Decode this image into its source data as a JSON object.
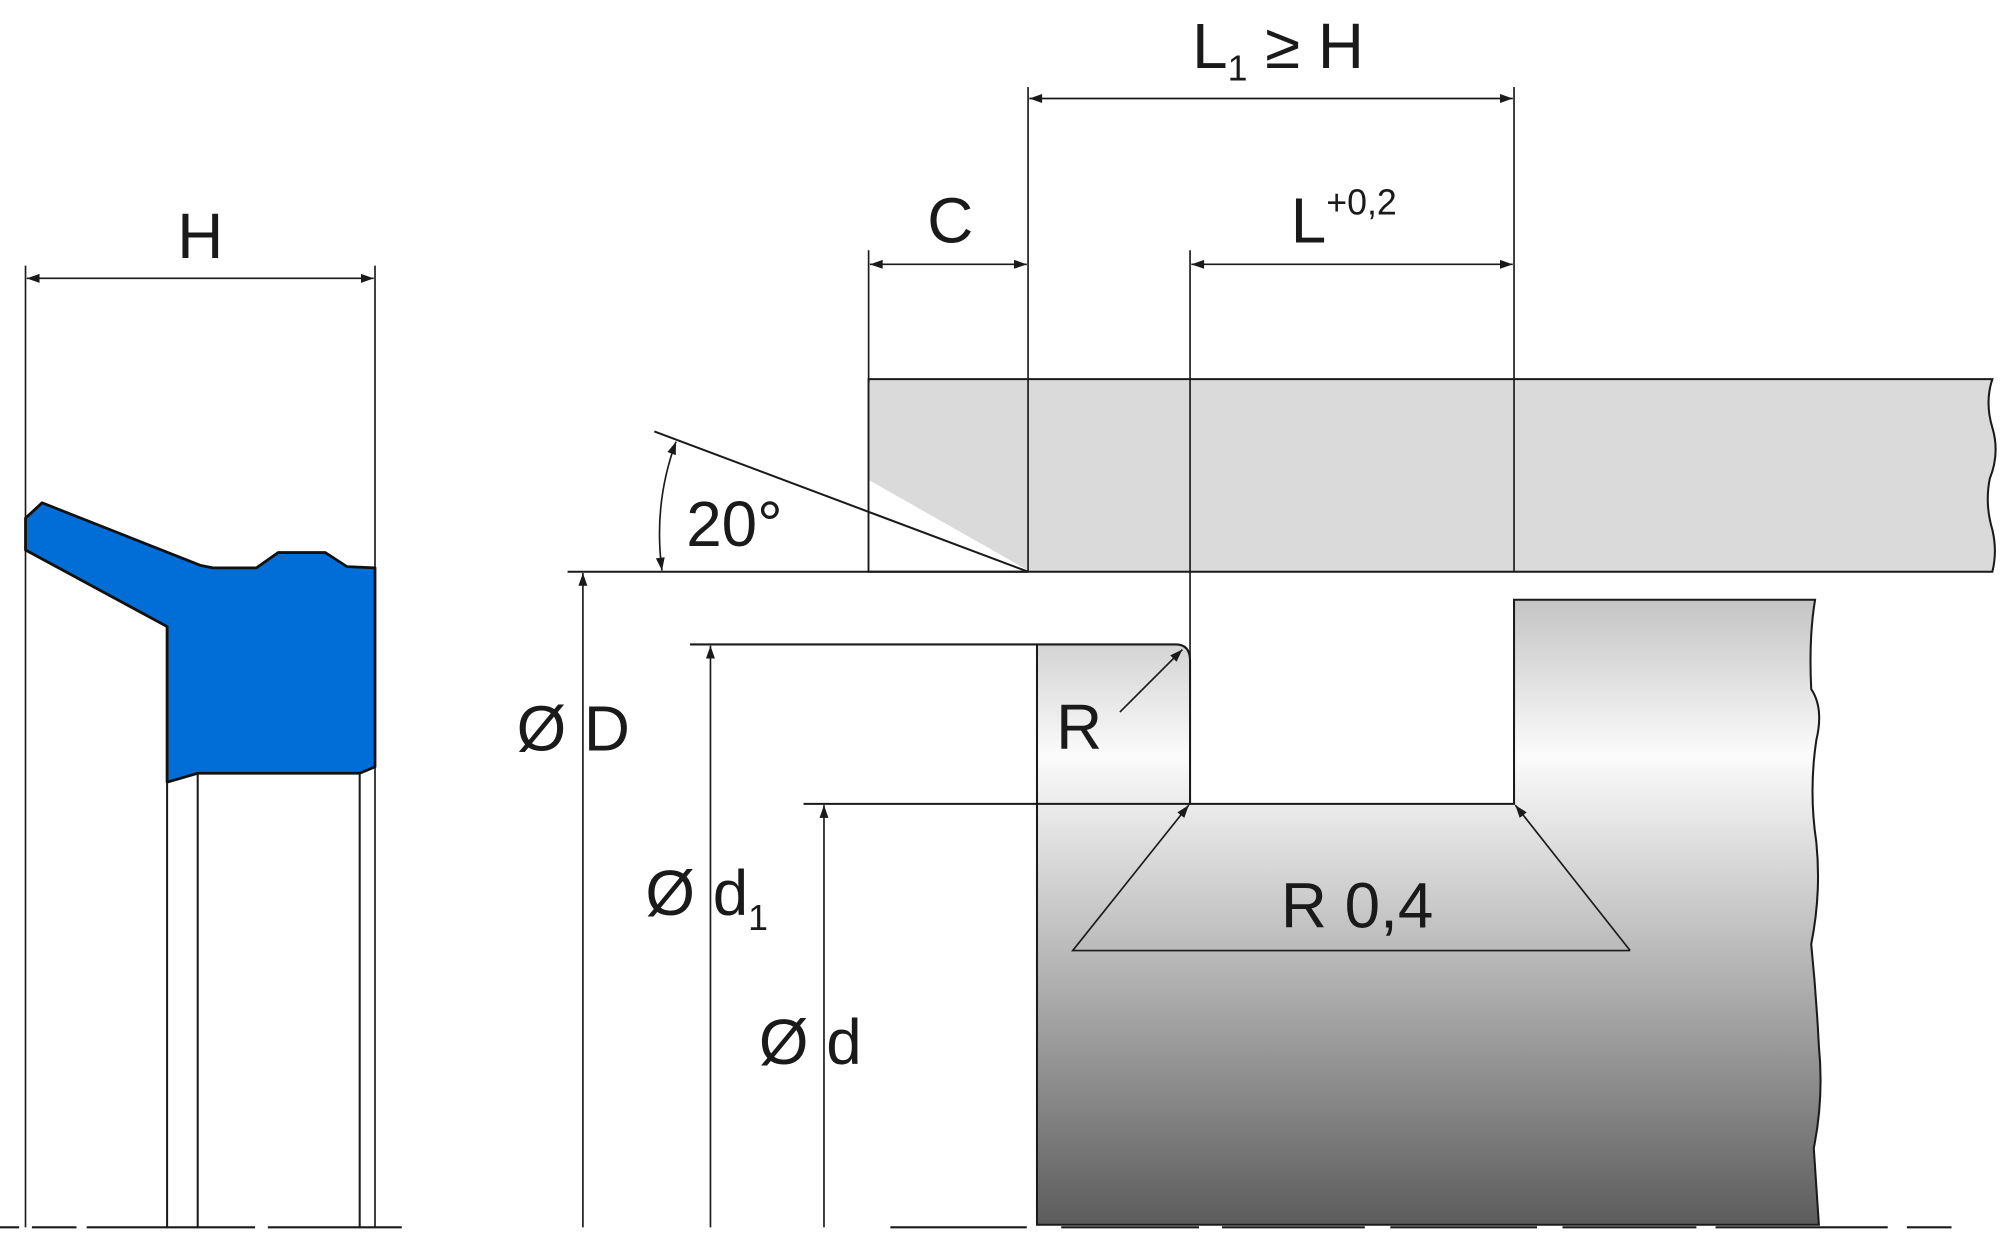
{
  "colors": {
    "seal": "#006ed6",
    "housing": "#d9dad9",
    "line": "#1a1a1a"
  },
  "labels": {
    "seal_height": "H",
    "chamfer_length": "C",
    "groove_length": "L",
    "groove_tolerance": "+0,2",
    "min_length_main": "L",
    "min_length_sub": "1",
    "min_length_rest": " ≥ H",
    "chamfer_angle": "20°",
    "bore_diameter": "Ø D",
    "groove_diameter_main": "Ø d",
    "groove_diameter_sub": "1",
    "rod_diameter": "Ø d",
    "corner_radius": "R",
    "groove_radius": "R 0,4"
  }
}
